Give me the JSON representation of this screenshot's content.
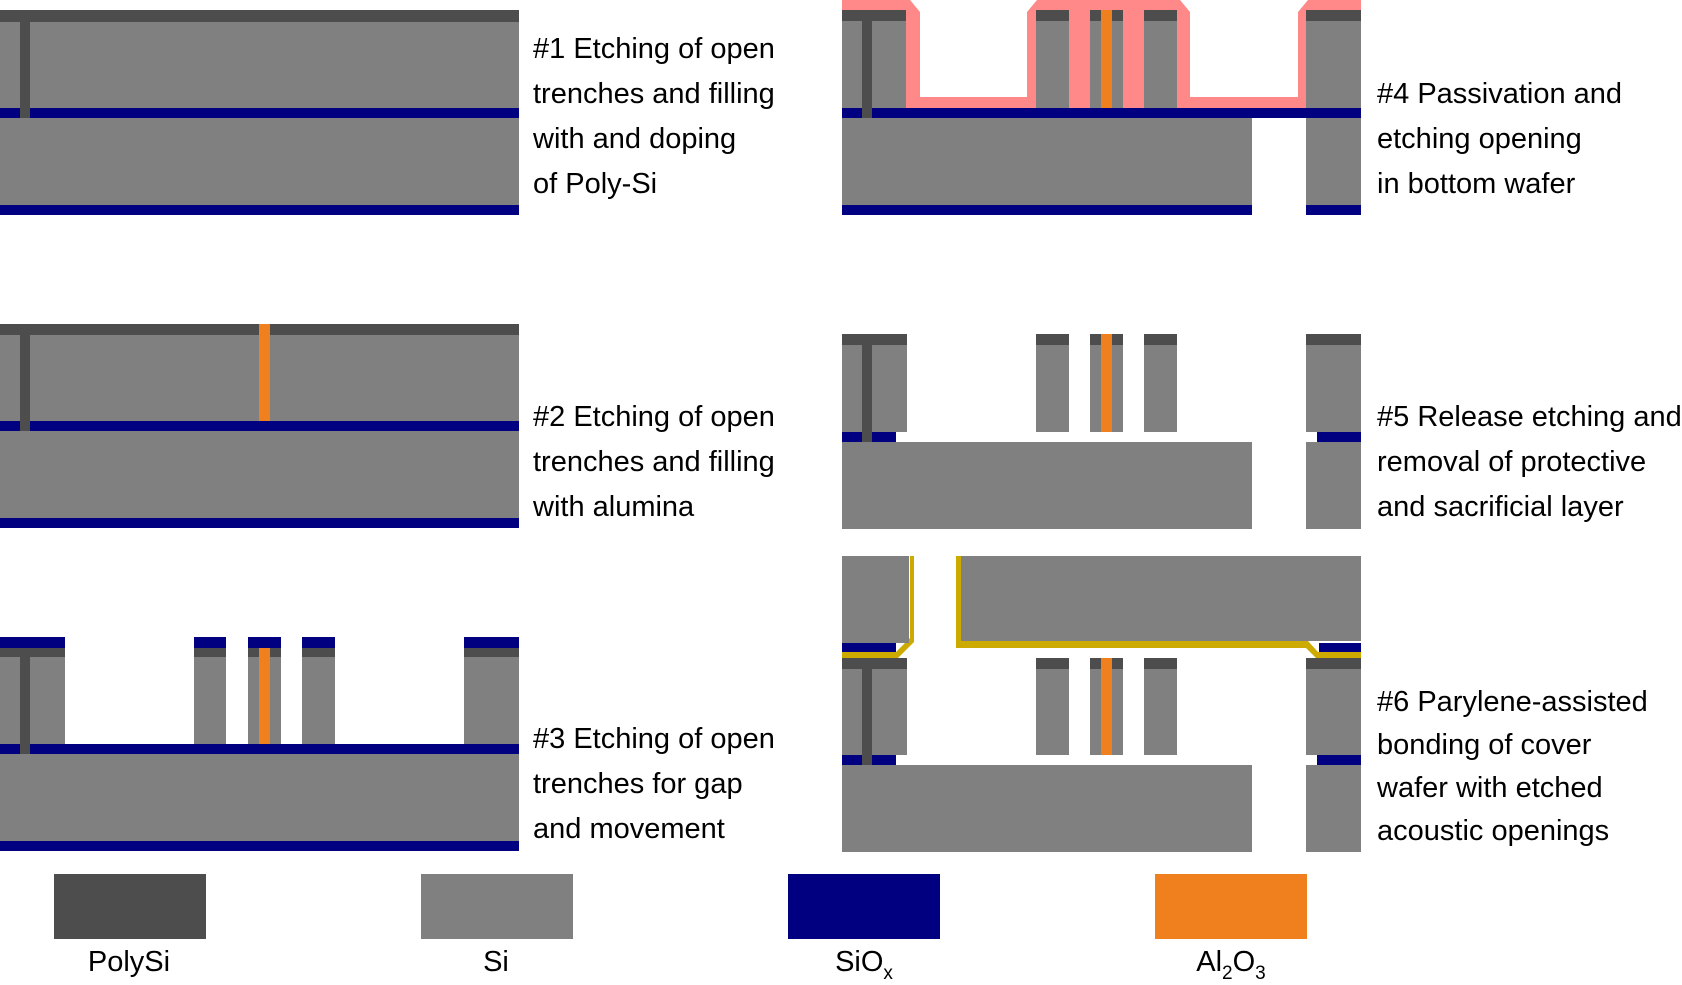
{
  "colors": {
    "polysi": "#4d4d4d",
    "si": "#808080",
    "siox": "#000080",
    "al2o3": "#f0801e",
    "passivation": "#ff8888",
    "parylene": "#ccaa00"
  },
  "steps": [
    {
      "lines": [
        "#1 Etching of open",
        "trenches and filling",
        "with and doping",
        "of Poly-Si"
      ]
    },
    {
      "lines": [
        "#2 Etching of open",
        "trenches and filling",
        "with alumina"
      ]
    },
    {
      "lines": [
        "#3 Etching of open",
        "trenches for gap",
        "and movement"
      ]
    },
    {
      "lines": [
        "#4 Passivation and",
        "etching opening",
        "in bottom wafer"
      ]
    },
    {
      "lines": [
        "#5 Release etching and",
        "removal of protective",
        "and sacrificial layer"
      ]
    },
    {
      "lines": [
        "#6 Parylene-assisted",
        "bonding of cover",
        "wafer with etched",
        "acoustic openings"
      ]
    }
  ],
  "legend": [
    {
      "color_key": "polysi",
      "base": "PolySi",
      "sub1": "",
      "mid": "",
      "sub2": ""
    },
    {
      "color_key": "si",
      "base": "Si",
      "sub1": "",
      "mid": "",
      "sub2": ""
    },
    {
      "color_key": "siox",
      "base": "SiO",
      "sub1": "x",
      "mid": "",
      "sub2": ""
    },
    {
      "color_key": "al2o3",
      "base": "Al",
      "sub1": "2",
      "mid": "O",
      "sub2": "3"
    }
  ]
}
